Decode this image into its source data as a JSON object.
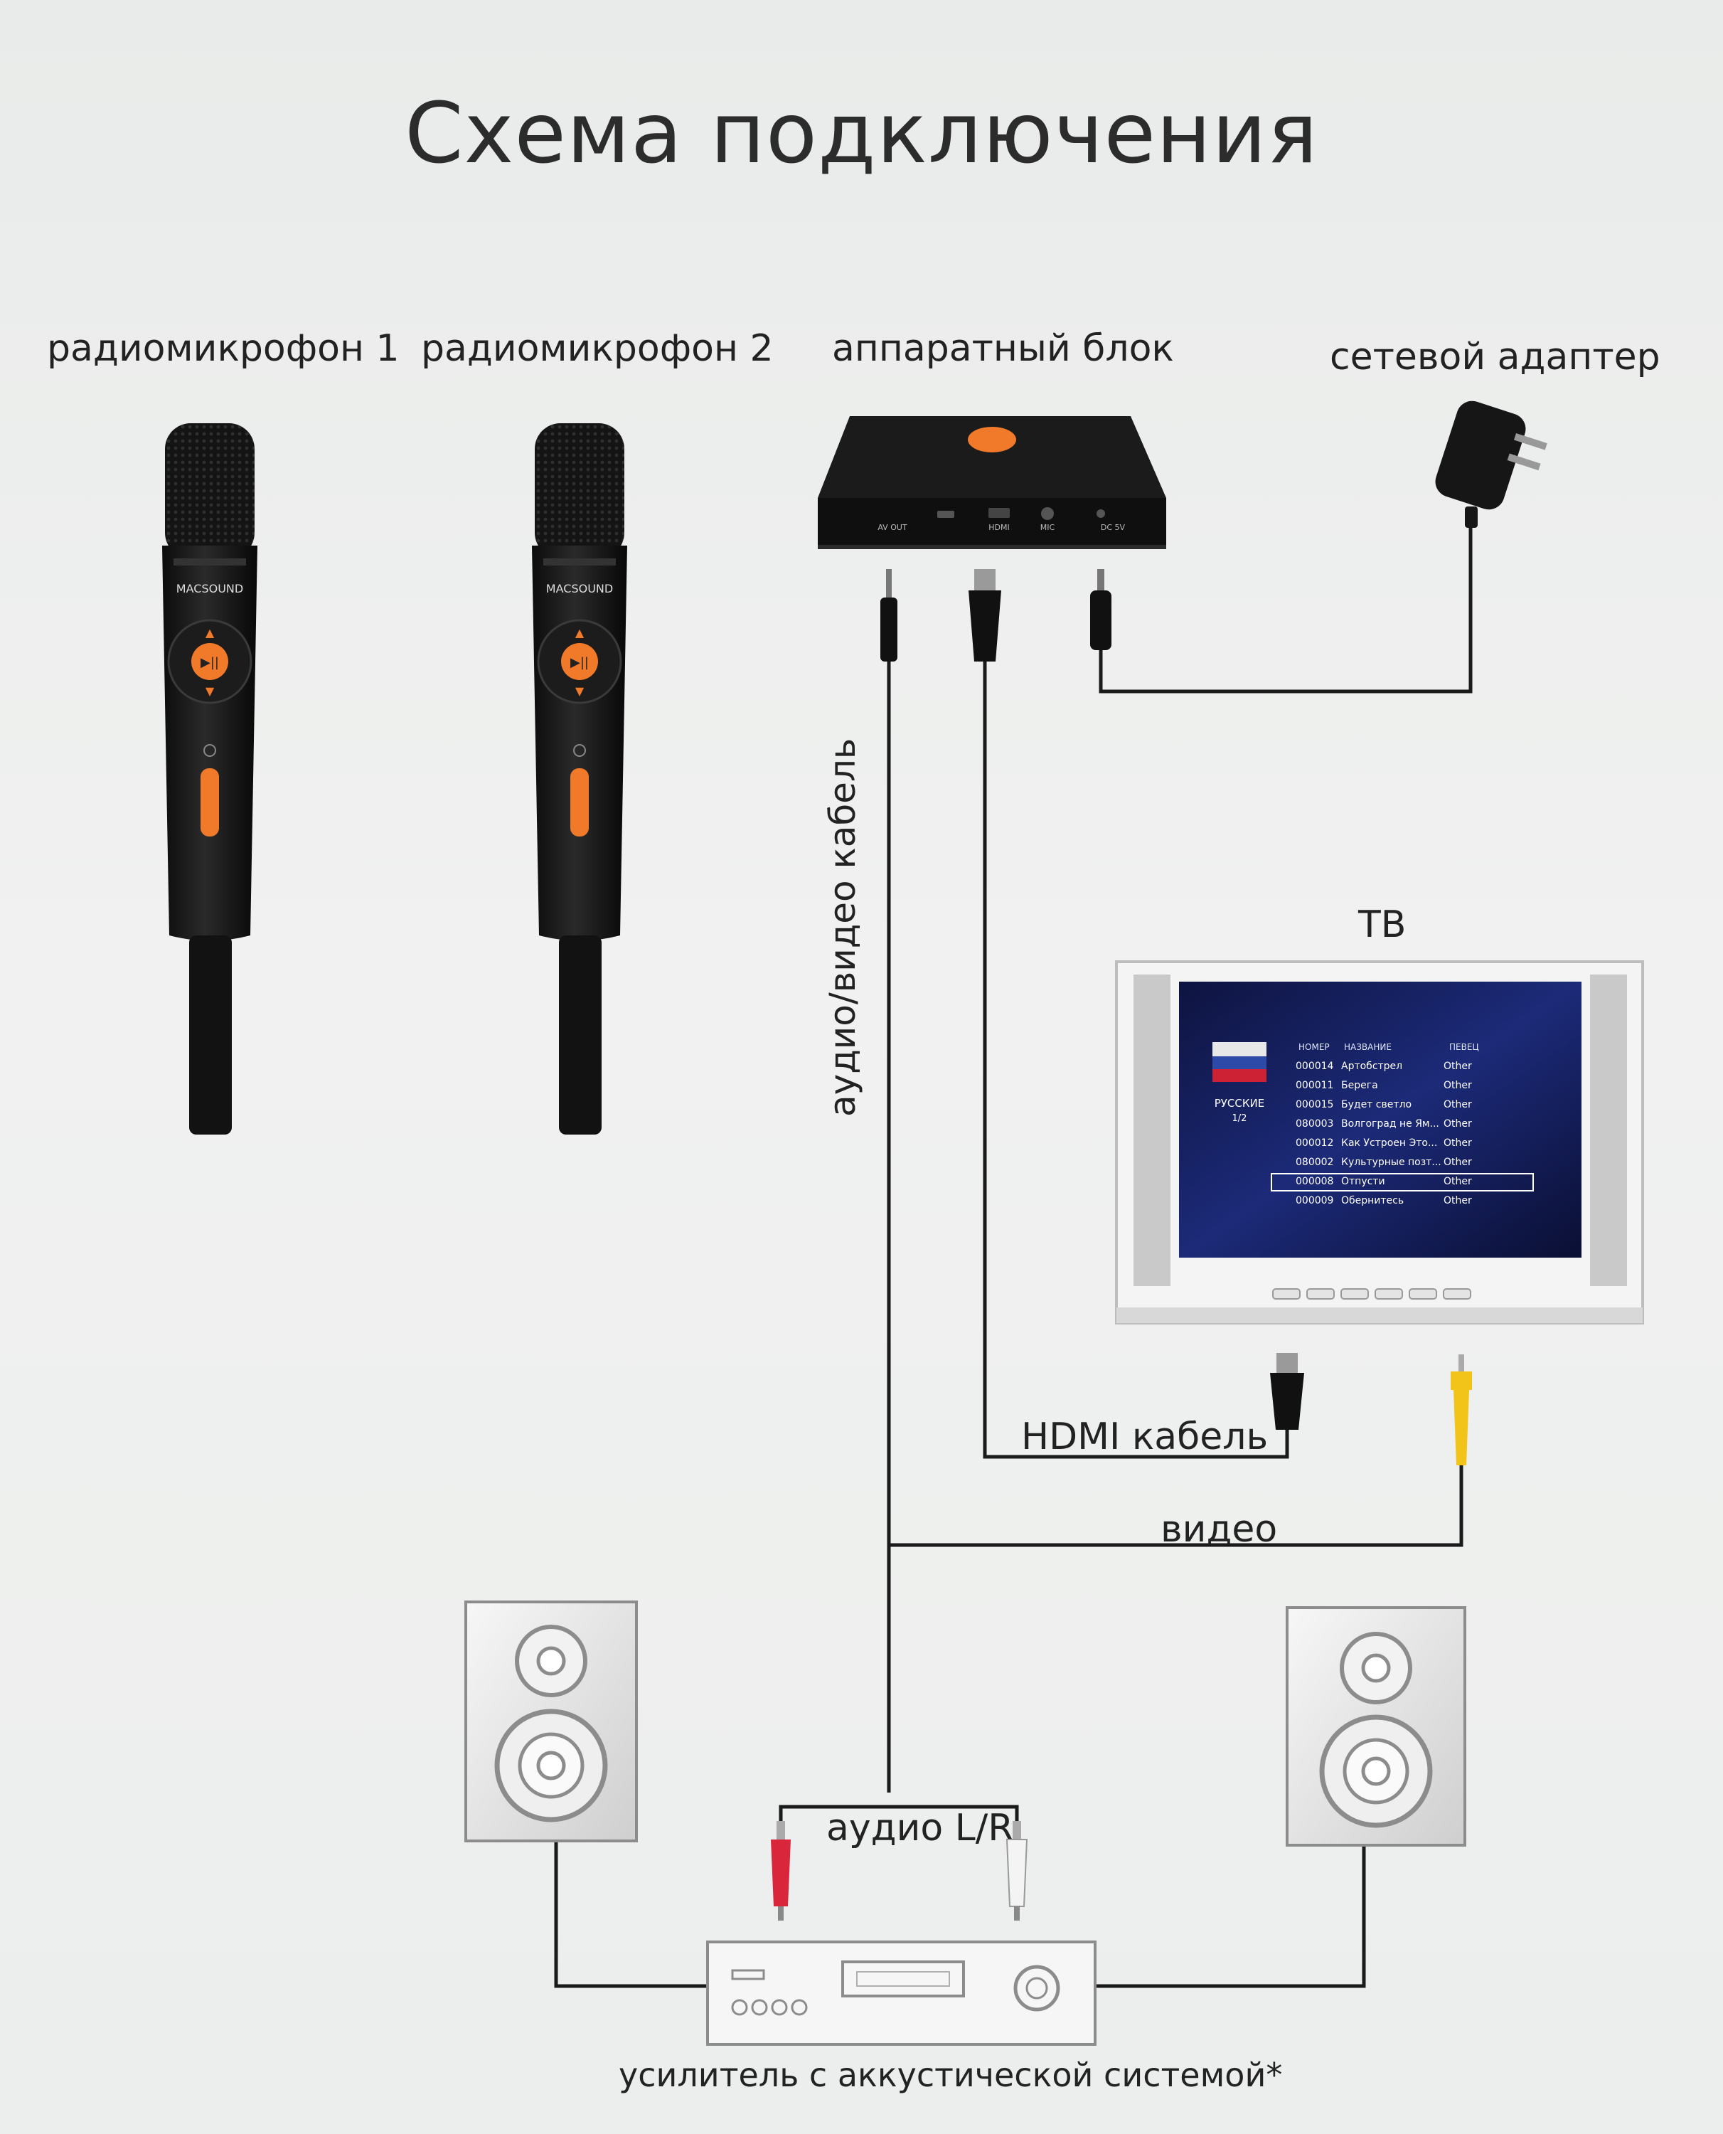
{
  "title": "Схема подключения",
  "devices": {
    "mic1": "радиомикрофон 1",
    "mic2": "радиомикрофон 2",
    "hardware_unit": "аппаратный блок",
    "power_adapter": "сетевой адаптер",
    "tv": "ТВ",
    "amplifier": "усилитель с аккустической системой*"
  },
  "cables": {
    "av_cable": "аудио/видео кабель",
    "hdmi_cable": "HDMI кабель",
    "video": "видео",
    "audio_lr": "аудио L/R"
  },
  "mic_brand": "MACSOUND",
  "unit_ports": [
    "AV OUT",
    "HDMI",
    "MIC",
    "DC 5V"
  ],
  "tv_screen": {
    "page": "1/2",
    "category": "РУССКИЕ",
    "header": [
      "НОМЕР",
      "НАЗВАНИЕ",
      "ПЕВЕЦ"
    ],
    "rows": [
      [
        "000014",
        "Артобстрел",
        "Other"
      ],
      [
        "000011",
        "Берега",
        "Other"
      ],
      [
        "000015",
        "Будет светло",
        "Other"
      ],
      [
        "080003",
        "Волгоград не Ям...",
        "Other"
      ],
      [
        "000012",
        "Как Устроен Это...",
        "Other"
      ],
      [
        "080002",
        "Культурные позт...",
        "Other"
      ],
      [
        "000008",
        "Отпусти",
        "Other"
      ],
      [
        "000009",
        "Обернитесь",
        "Other"
      ]
    ]
  },
  "colors": {
    "accent_orange": "#f07a2a",
    "cable_line": "#1a1a1a",
    "rca_red": "#d9263b",
    "rca_yellow": "#f2c419"
  }
}
